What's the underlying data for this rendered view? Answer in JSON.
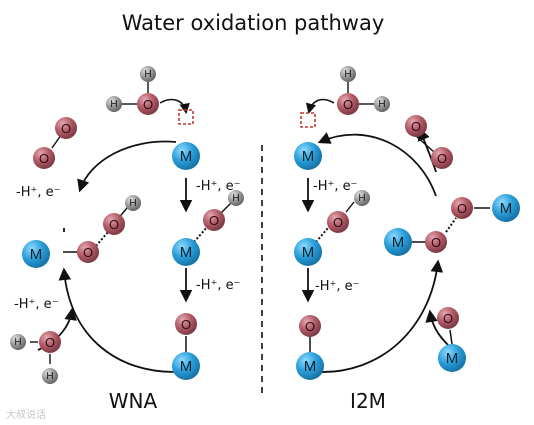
{
  "title": "Water oxidation pathway",
  "labels": {
    "wna": "WNA",
    "i2m": "I2M",
    "step": "-H⁺, e⁻",
    "watermark": "大叔说话"
  },
  "atoms": {
    "metal": "M",
    "oxygen": "O",
    "hydrogen": "H"
  },
  "colors": {
    "metal": "#2a9fd8",
    "oxygen": "#b15a66",
    "hydrogen": "#8c8c8c",
    "vacancy": "#c0392b",
    "line": "#111111"
  }
}
